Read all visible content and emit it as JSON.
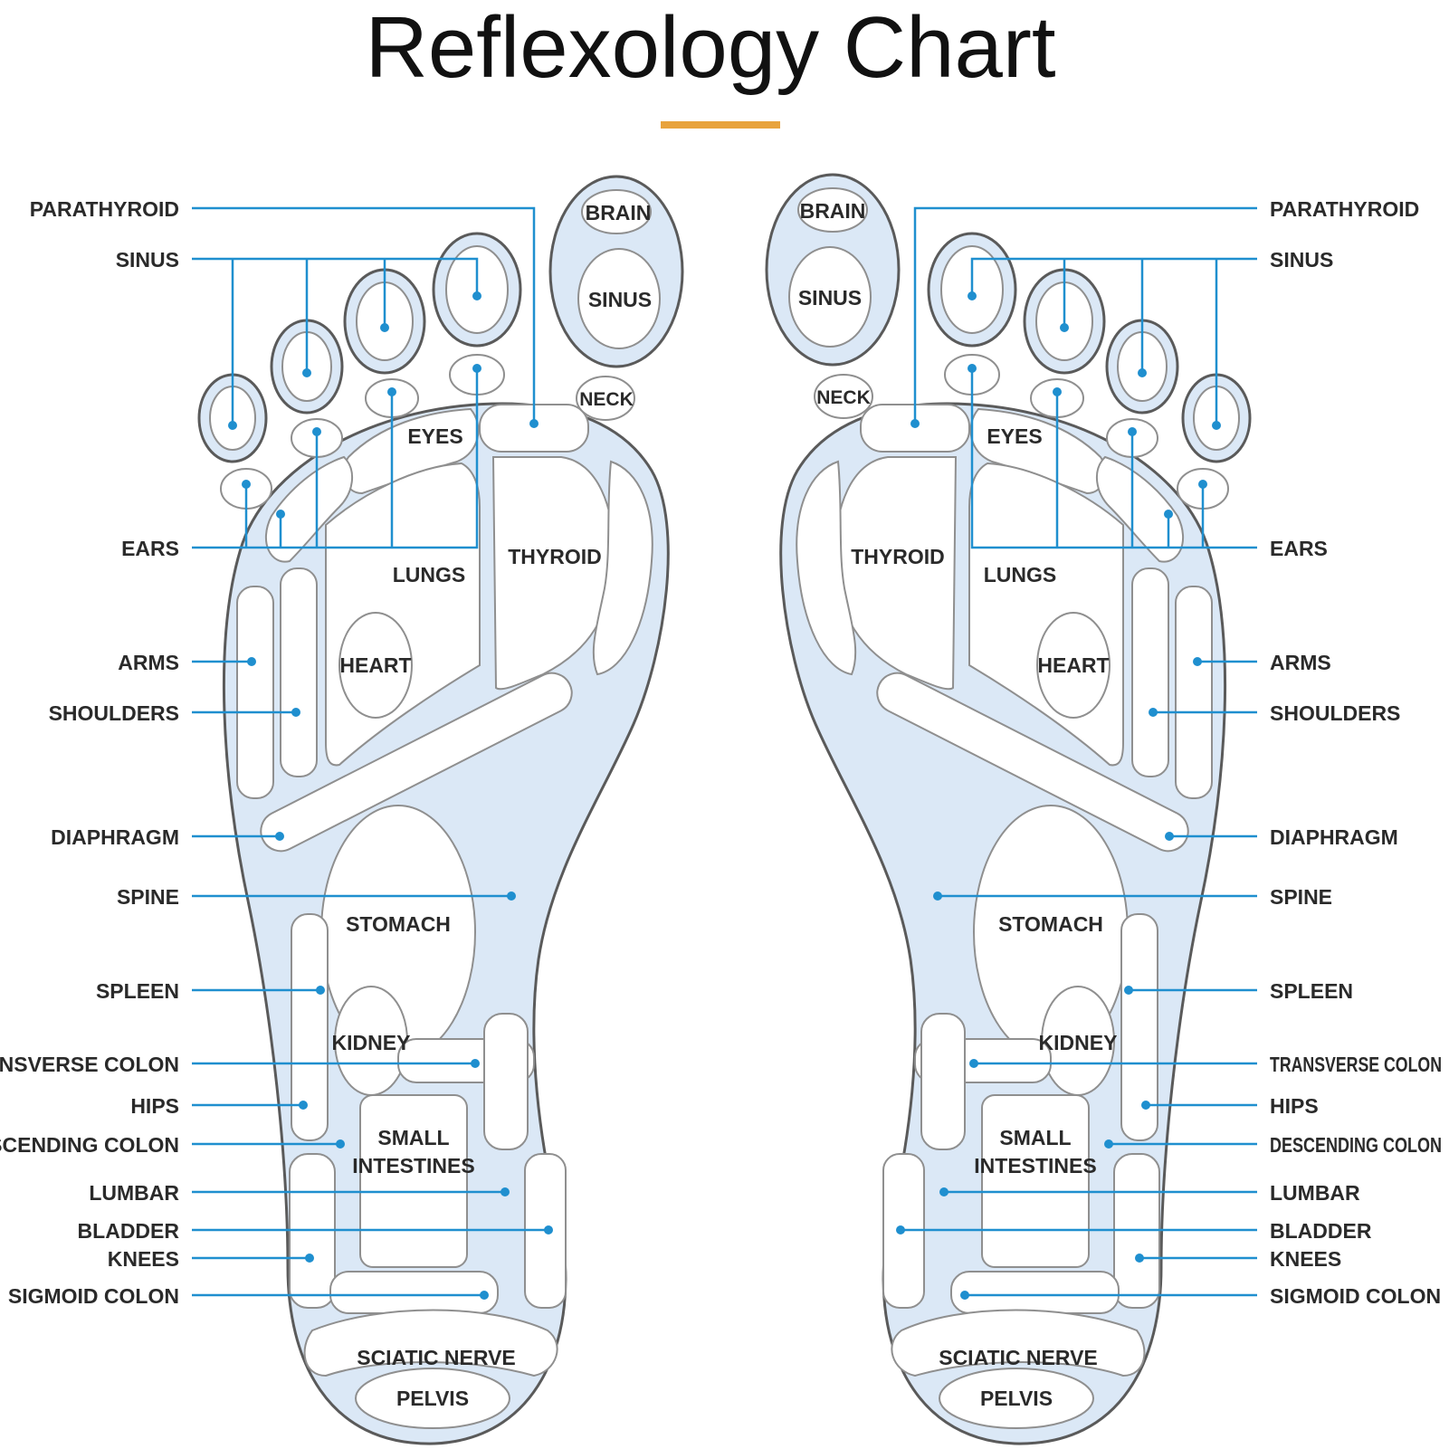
{
  "title": "Reflexology Chart",
  "colors": {
    "accent_bar": "#e8a33d",
    "leader": "#1f8fcf",
    "foot_fill": "#dbe8f6",
    "outline": "#5a5a5a",
    "text": "#2a2a2a"
  },
  "side_labels": {
    "parathyroid": "PARATHYROID",
    "sinus": "SINUS",
    "ears": "EARS",
    "arms": "ARMS",
    "shoulders": "SHOULDERS",
    "diaphragm": "DIAPHRAGM",
    "spine": "SPINE",
    "spleen": "SPLEEN",
    "transverse_colon": "TRANSVERSE COLON",
    "hips": "HIPS",
    "descending_colon": "DESCENDING COLON",
    "lumbar": "LUMBAR",
    "bladder": "BLADDER",
    "knees": "KNEES",
    "sigmoid_colon": "SIGMOID COLON"
  },
  "zones": {
    "brain": "BRAIN",
    "sinus": "SINUS",
    "neck": "NECK",
    "eyes": "EYES",
    "thyroid": "THYROID",
    "lungs": "LUNGS",
    "heart": "HEART",
    "stomach": "STOMACH",
    "kidney": "KIDNEY",
    "small_intestines_line1": "SMALL",
    "small_intestines_line2": "INTESTINES",
    "sciatic_nerve": "SCIATIC NERVE",
    "pelvis": "PELVIS"
  }
}
